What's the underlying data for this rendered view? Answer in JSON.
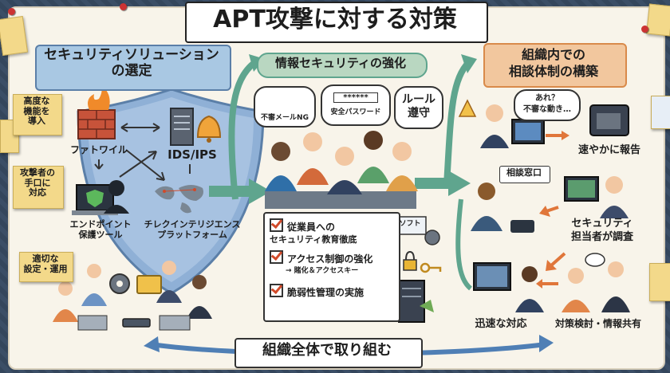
{
  "title": "APT攻撃に対する対策",
  "bottom_banner": "組織全体で取り組む",
  "sections": {
    "left": {
      "title_line1": "セキュリティソリューション",
      "title_line2": "の選定",
      "notes": [
        "高度な機能を導入",
        "攻撃者の手口に対応",
        "適切な設定・運用"
      ],
      "note_lines": [
        [
          "高度な",
          "機能を",
          "導入"
        ],
        [
          "攻撃者の",
          "手口に",
          "対応"
        ],
        [
          "適切な",
          "設定・運用"
        ]
      ],
      "items": {
        "firewall": "ファトワイル",
        "ids_ips": "IDS/IPS",
        "endpoint_line1": "エンドポイント",
        "endpoint_line2": "保護ツール",
        "threat_intel_line1": "チレクインテリジエンス",
        "threat_intel_line2": "プラットフォーム"
      }
    },
    "middle": {
      "title": "情報セキュリティの強化",
      "bubbles": {
        "email": "不審メールNG",
        "password_mask": "******",
        "password": "安全パスワード",
        "rules_line1": "ルール",
        "rules_line2": "遵守"
      },
      "checklist": {
        "item1_line1": "従業員への",
        "item1_line2": "セキュリティ教育徹底",
        "item2": "アクセス制御の強化",
        "item2_sub": "→ 賭化＆アクセスキー",
        "item3": "脆弱性管理の実施"
      },
      "software_tag": "ソフト"
    },
    "right": {
      "title_line1": "組織内での",
      "title_line2": "相談体制の構築",
      "bubble_line1": "あれ？",
      "bubble_line2": "不審な動き…",
      "report": "速やかに報告",
      "consult_window": "相談窓口",
      "investigate_line1": "セキュリティ",
      "investigate_line2": "担当者が調査",
      "rapid_response": "迅速な対応",
      "share": "対策検討・情報共有"
    }
  },
  "colors": {
    "left_title_bg": "#a9c8e3",
    "middle_title_bg": "#b9d7c1",
    "right_title_bg": "#f2c79e",
    "arrow": "#5fa58e",
    "shield": "#8fb0d6",
    "note": "#f3d98a",
    "orange_arrow": "#e0763a"
  }
}
